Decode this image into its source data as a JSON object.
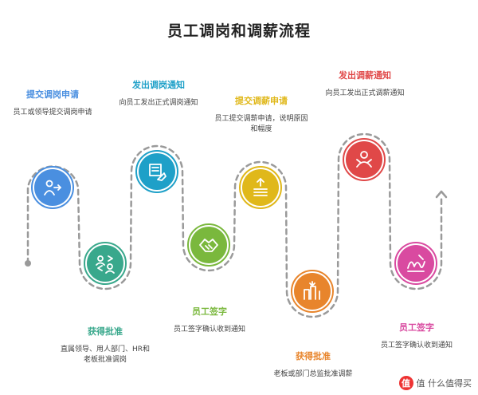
{
  "title": "员工调岗和调薪流程",
  "steps": [
    {
      "label": "提交调岗申请",
      "desc": "员工或领导提交调岗申请",
      "color": "#4a8fe0",
      "icon": "person-arrow-icon"
    },
    {
      "label": "获得批准",
      "desc": "直属领导、用人部门、HR和老板批准调岗",
      "color": "#39a88c",
      "icon": "people-exchange-icon"
    },
    {
      "label": "发出调岗通知",
      "desc": "向员工发出正式调岗通知",
      "color": "#1ea0c8",
      "icon": "document-hand-icon"
    },
    {
      "label": "员工签字",
      "desc": "员工签字确认收到通知",
      "color": "#7ab83d",
      "icon": "handshake-icon"
    },
    {
      "label": "提交调薪申请",
      "desc": "员工提交调薪申请，说明原因和幅度",
      "color": "#e0b81a",
      "icon": "arrow-up-lines-icon"
    },
    {
      "label": "获得批准",
      "desc": "老板或部门总监批准调薪",
      "color": "#e8852c",
      "icon": "building-arrow-icon"
    },
    {
      "label": "发出调薪通知",
      "desc": "向员工发出正式调薪通知",
      "color": "#e04848",
      "icon": "person-handout-icon"
    },
    {
      "label": "员工签字",
      "desc": "员工签字确认收到通知",
      "color": "#d94aa0",
      "icon": "signature-icon"
    }
  ],
  "watermark": "值 什么值得买"
}
